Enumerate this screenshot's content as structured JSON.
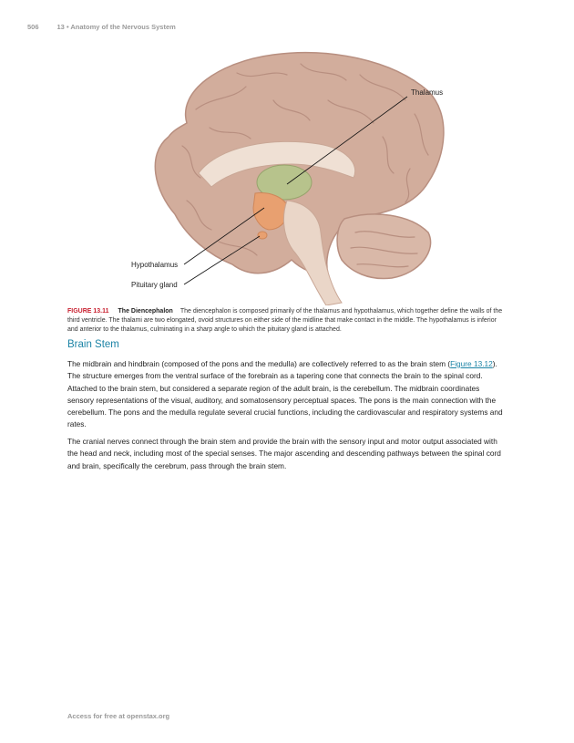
{
  "header": {
    "page_number": "506",
    "chapter": "13 • Anatomy of the Nervous System"
  },
  "figure": {
    "labels": {
      "thalamus": "Thalamus",
      "hypothalamus": "Hypothalamus",
      "pituitary": "Pituitary gland"
    },
    "colors": {
      "cortex": "#d2ad9c",
      "cortex_dark": "#b88f80",
      "thalamus": "#b7c38c",
      "hypothalamus": "#e8a070",
      "brainstem": "#ead6c8"
    },
    "caption": {
      "number": "FIGURE 13.11",
      "title": "The Diencephalon",
      "text": "The diencephalon is composed primarily of the thalamus and hypothalamus, which together define the walls of the third ventricle. The thalami are two elongated, ovoid structures on either side of the midline that make contact in the middle. The hypothalamus is inferior and anterior to the thalamus, culminating in a sharp angle to which the pituitary gland is attached."
    }
  },
  "section": {
    "heading": "Brain Stem",
    "p1_before": "The midbrain and hindbrain (composed of the pons and the medulla) are collectively referred to as the brain stem (",
    "p1_link": "Figure 13.12",
    "p1_after": "). The structure emerges from the ventral surface of the forebrain as a tapering cone that connects the brain to the spinal cord. Attached to the brain stem, but considered a separate region of the adult brain, is the cerebellum. The midbrain coordinates sensory representations of the visual, auditory, and somatosensory perceptual spaces. The pons is the main connection with the cerebellum. The pons and the medulla regulate several crucial functions, including the cardiovascular and respiratory systems and rates.",
    "p2": "The cranial nerves connect through the brain stem and provide the brain with the sensory input and motor output associated with the head and neck, including most of the special senses. The major ascending and descending pathways between the spinal cord and brain, specifically the cerebrum, pass through the brain stem."
  },
  "footer": {
    "text": "Access for free at openstax.org"
  }
}
